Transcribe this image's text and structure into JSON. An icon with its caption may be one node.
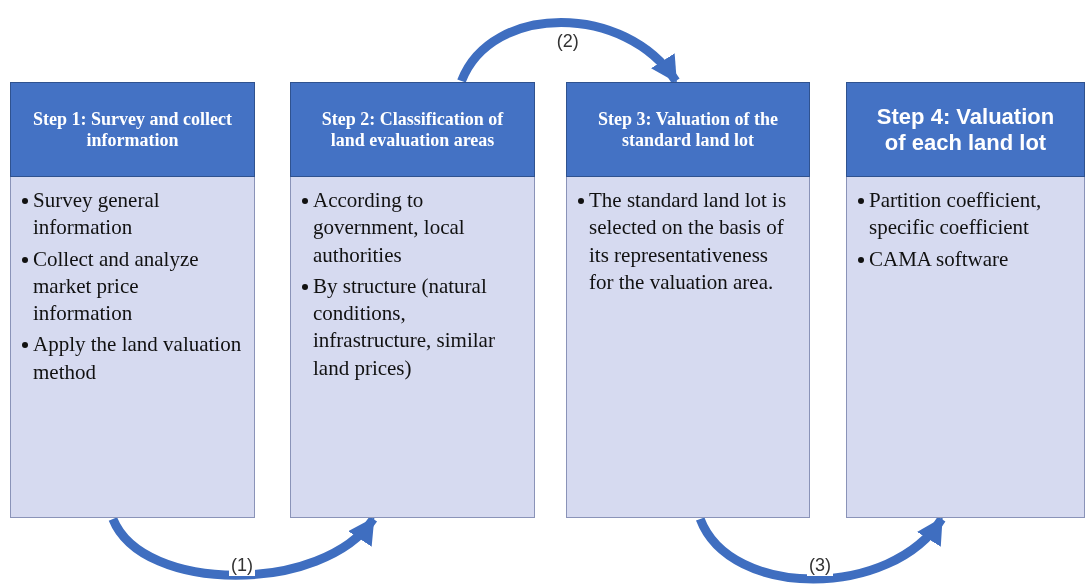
{
  "diagram": {
    "nodes": [
      {
        "text": [
          "Step 1: Survey and collect information",
          "Survey general information",
          "Collect and analyze market price information",
          "Apply the land valuation method"
        ]
      },
      {
        "text": [
          "Step 2: Classification of land evaluation areas",
          "According to government, local authorities",
          "By structure (natural conditions, infrastructure, similar land prices)"
        ]
      },
      {
        "text": [
          "Step 3: Valuation of the standard land lot",
          "The standard land lot is selected on the basis of its representativeness for the valuation area."
        ]
      },
      {
        "text": [
          "Step 4: Valuation of each land lot",
          "Partition coefficient, specific coefficient",
          "CAMA software"
        ]
      }
    ],
    "edges": [
      {
        "from": 0,
        "to": 1,
        "arrow": "to",
        "label": "(1)"
      },
      {
        "from": 1,
        "to": 2,
        "arrow": "to",
        "label": "(2)"
      },
      {
        "from": 2,
        "to": 3,
        "arrow": "to",
        "label": "(3)"
      }
    ]
  }
}
